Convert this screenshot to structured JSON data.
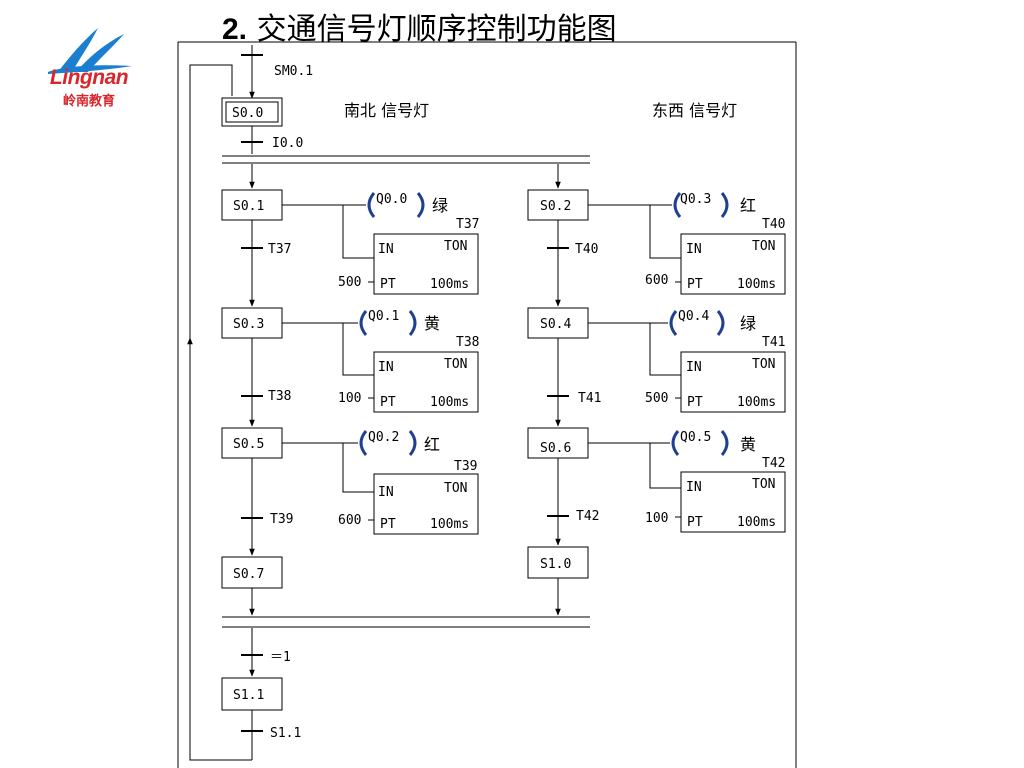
{
  "title": {
    "number": "2.",
    "text": " 交通信号灯顺序控制功能图"
  },
  "logo": {
    "word": "Lingnan",
    "chinese": "岭南教育",
    "colors": {
      "blue": "#1a7fd1",
      "red": "#d9262b"
    }
  },
  "headers": {
    "ns": "南北 信号灯",
    "ew": "东西 信号灯"
  },
  "steps": {
    "s00": "S0.0",
    "s01": "S0.1",
    "s02": "S0.2",
    "s03": "S0.3",
    "s04": "S0.4",
    "s05": "S0.5",
    "s06": "S0.6",
    "s07": "S0.7",
    "s10": "S1.0",
    "s11": "S1.1"
  },
  "transitions": {
    "sm01": "SM0.1",
    "i00": "I0.0",
    "t37": "T37",
    "t40": "T40",
    "t38": "T38",
    "t41": "T41",
    "t39": "T39",
    "t42": "T42",
    "eq1": "＝1",
    "s11": "S1.1"
  },
  "coils": {
    "q00": {
      "addr": "Q0.0",
      "label": "绿"
    },
    "q01": {
      "addr": "Q0.1",
      "label": "黄"
    },
    "q02": {
      "addr": "Q0.2",
      "label": "红"
    },
    "q03": {
      "addr": "Q0.3",
      "label": "红"
    },
    "q04": {
      "addr": "Q0.4",
      "label": "绿"
    },
    "q05": {
      "addr": "Q0.5",
      "label": "黄"
    }
  },
  "timers": {
    "t37": {
      "name": "T37",
      "in": "IN",
      "type": "TON",
      "pt": "PT",
      "res": "100ms",
      "preset": "500"
    },
    "t38": {
      "name": "T38",
      "in": "IN",
      "type": "TON",
      "pt": "PT",
      "res": "100ms",
      "preset": "100"
    },
    "t39": {
      "name": "T39",
      "in": "IN",
      "type": "TON",
      "pt": "PT",
      "res": "100ms",
      "preset": "600"
    },
    "t40": {
      "name": "T40",
      "in": "IN",
      "type": "TON",
      "pt": "PT",
      "res": "100ms",
      "preset": "600"
    },
    "t41": {
      "name": "T41",
      "in": "IN",
      "type": "TON",
      "pt": "PT",
      "res": "100ms",
      "preset": "500"
    },
    "t42": {
      "name": "T42",
      "in": "IN",
      "type": "TON",
      "pt": "PT",
      "res": "100ms",
      "preset": "100"
    }
  }
}
